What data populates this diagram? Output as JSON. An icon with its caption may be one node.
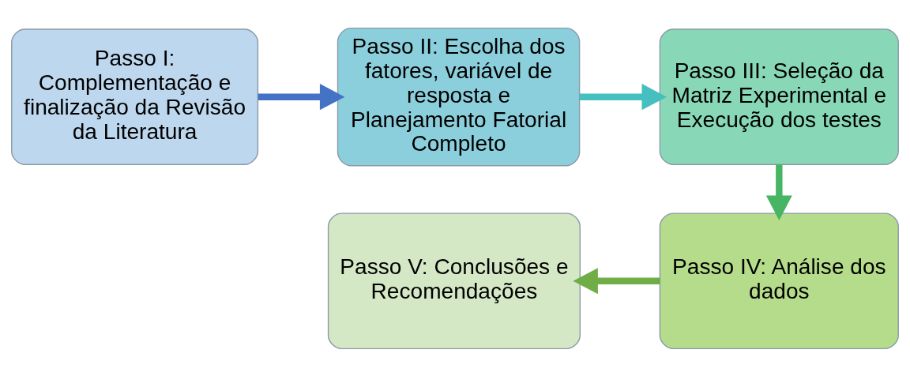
{
  "diagram": {
    "nodes": [
      {
        "text": [
          "Passo I: Complementação e finalização da Revisão da Literatura"
        ]
      },
      {
        "text": [
          "Passo II: Escolha dos fatores, variável de resposta e Planejamento Fatorial Completo"
        ]
      },
      {
        "text": [
          "Passo III: Seleção da Matriz Experimental e Execução dos testes"
        ]
      },
      {
        "text": [
          "Passo IV: Análise dos dados"
        ]
      },
      {
        "text": [
          "Passo V: Conclusões e Recomendações"
        ]
      }
    ],
    "edges": [
      {
        "from": 0,
        "to": 1,
        "arrow": "to",
        "color": "#4472c4"
      },
      {
        "from": 1,
        "to": 2,
        "arrow": "to",
        "color": "#45bfbf"
      },
      {
        "from": 2,
        "to": 3,
        "arrow": "to",
        "color": "#47b563"
      },
      {
        "from": 3,
        "to": 4,
        "arrow": "to",
        "color": "#70ad47"
      }
    ]
  }
}
